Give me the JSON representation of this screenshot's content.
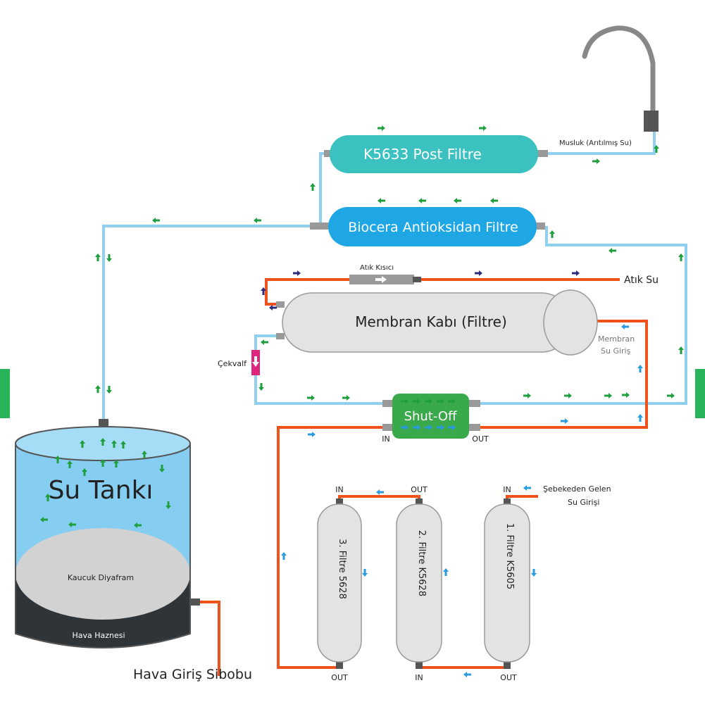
{
  "colors": {
    "clean_pipe": "#8fd0ee",
    "dirty_pipe": "#f0521c",
    "flow_green": "#1f9e3e",
    "flow_blue": "#2b9be0",
    "flow_navy": "#2c2c7c",
    "post_filter": "#3cc1c1",
    "biocera": "#1ea7e4",
    "shutoff": "#3aa94c",
    "membrane": "#e3e3e3",
    "tank_water": "#86cdf2",
    "tank_base": "#2e3438",
    "side_tab": "#29b35a",
    "check_valve": "#e0257f"
  },
  "labels": {
    "post_filter": "K5633 Post Filtre",
    "biocera": "Biocera Antioksidan Filtre",
    "faucet": "Musluk (Arıtılmış Su)",
    "restrictor": "Atık Kısıcı",
    "waste_water": "Atık Su",
    "membrane": "Membran Kabı (Filtre)",
    "membrane_inlet_1": "Membran",
    "membrane_inlet_2": "Su Giriş",
    "check_valve": "Çekvalf",
    "shutoff": "Shut-Off",
    "shutoff_in": "IN",
    "shutoff_out": "OUT",
    "tank": "Su Tankı",
    "diaphragm": "Kaucuk Diyafram",
    "air_chamber": "Hava Haznesi",
    "air_valve": "Hava Giriş Sibobu",
    "inlet_1": "Şebekeden Gelen",
    "inlet_2": "Su Girişi",
    "filter1": "1. Filtre K5605",
    "filter2": "2. Filtre K5628",
    "filter3": "3. Filtre 5628",
    "f1_in": "IN",
    "f1_out": "OUT",
    "f2_in": "IN",
    "f2_out": "OUT",
    "f3_in": "IN",
    "f3_out": "OUT"
  }
}
